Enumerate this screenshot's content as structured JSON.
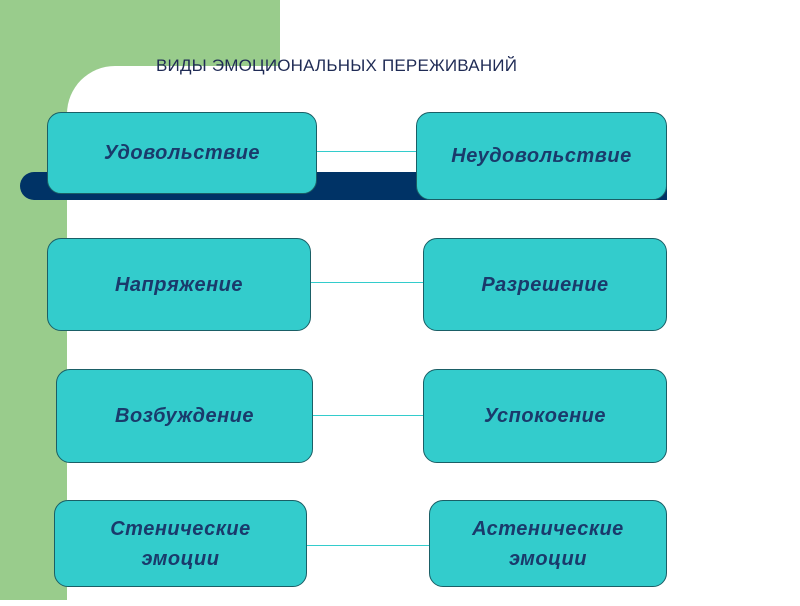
{
  "title": "ВИДЫ ЭМОЦИОНАЛЬНЫХ ПЕРЕЖИВАНИЙ",
  "pairs": [
    {
      "left": "Удовольствие",
      "right": "Неудовольствие"
    },
    {
      "left": "Напряжение",
      "right": "Разрешение"
    },
    {
      "left": "Возбуждение",
      "right": "Успокоение"
    },
    {
      "left": {
        "line1": "Стенические",
        "line2": "эмоции"
      },
      "right": {
        "line1": "Астенические",
        "line2": "эмоции"
      }
    }
  ],
  "colors": {
    "box_fill": "#33cccc",
    "box_text": "#1a3a6b",
    "accent_bar": "#003366",
    "side_panel": "#99cc8c"
  }
}
